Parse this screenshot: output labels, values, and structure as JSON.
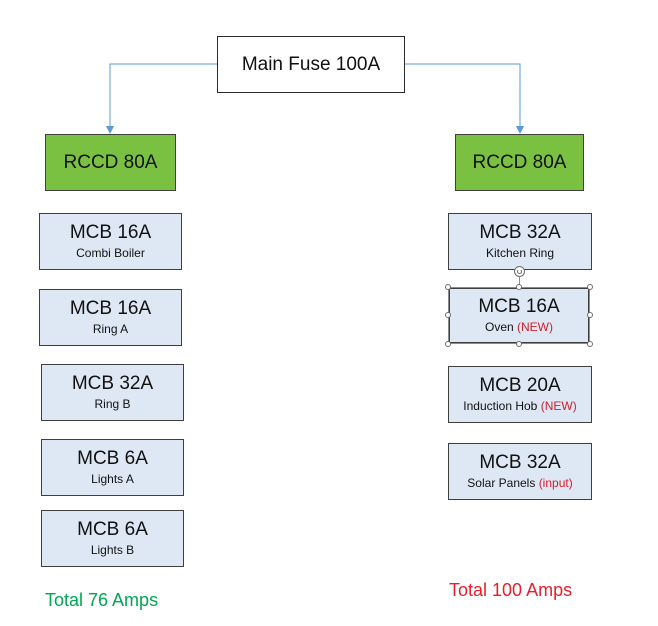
{
  "main_fuse": {
    "label": "Main Fuse 100A"
  },
  "left_branch": {
    "rccd": {
      "label": "RCCD 80A"
    },
    "mcbs": [
      {
        "rating": "MCB 16A",
        "circuit": "Combi Boiler"
      },
      {
        "rating": "MCB 16A",
        "circuit": "Ring A"
      },
      {
        "rating": "MCB 32A",
        "circuit": "Ring B"
      },
      {
        "rating": "MCB 6A",
        "circuit": "Lights A"
      },
      {
        "rating": "MCB 6A",
        "circuit": "Lights B"
      }
    ],
    "total": "Total 76 Amps"
  },
  "right_branch": {
    "rccd": {
      "label": "RCCD 80A"
    },
    "mcbs": [
      {
        "rating": "MCB 32A",
        "circuit": "Kitchen Ring",
        "tag": ""
      },
      {
        "rating": "MCB 16A",
        "circuit": "Oven",
        "tag": "(NEW)"
      },
      {
        "rating": "MCB 20A",
        "circuit": "Induction Hob",
        "tag": "(NEW)"
      },
      {
        "rating": "MCB 32A",
        "circuit": "Solar Panels",
        "tag": "(input)"
      }
    ],
    "total": "Total 100 Amps"
  },
  "colors": {
    "rccd_fill": "#7ac142",
    "mcb_fill": "#dee8f5",
    "connector": "#5b9bd5",
    "tag_text": "#d0202a",
    "left_total_text": "#00a651",
    "right_total_text": "#e8202a"
  }
}
